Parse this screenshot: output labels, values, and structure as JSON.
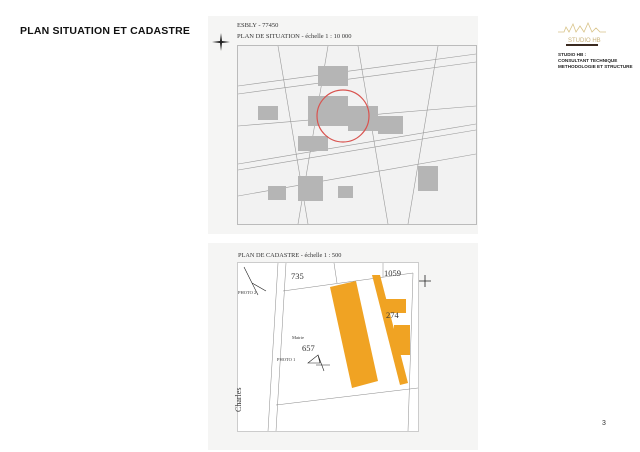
{
  "page_title": "PLAN SITUATION ET CADASTRE",
  "logo": {
    "brand": "STUDIO HB",
    "lines": [
      "STUDIO HB :",
      "CONSULTANT TECHNIQUE",
      "METHODOLOGIE ET STRUCTURE"
    ]
  },
  "situation": {
    "location": "ESBLY - 77450",
    "heading": "PLAN DE SITUATION - échelle  1 : 10 000"
  },
  "cadastre": {
    "heading": "PLAN DE CADASTRE - échelle  1 : 500",
    "parcels": [
      "735",
      "1059",
      "274",
      "657"
    ],
    "labels": {
      "mairie": "Mairie",
      "photo1": "PHOTO 1",
      "photo2": "PHOTO 2",
      "street": "Charles"
    }
  },
  "page_number": "3",
  "colors": {
    "building": "#f0a323",
    "circle": "#d9534f"
  }
}
